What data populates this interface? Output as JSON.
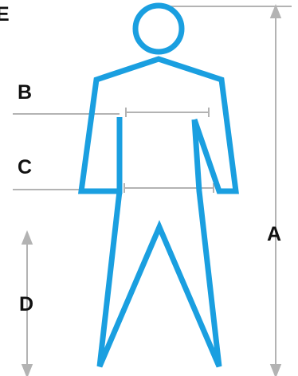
{
  "labels": {
    "a": "A",
    "b": "B",
    "c": "C",
    "d": "D",
    "e": "E"
  },
  "colors": {
    "figure": "#1a9fe0",
    "guide": "#b3b3b3",
    "text": "#111111"
  }
}
